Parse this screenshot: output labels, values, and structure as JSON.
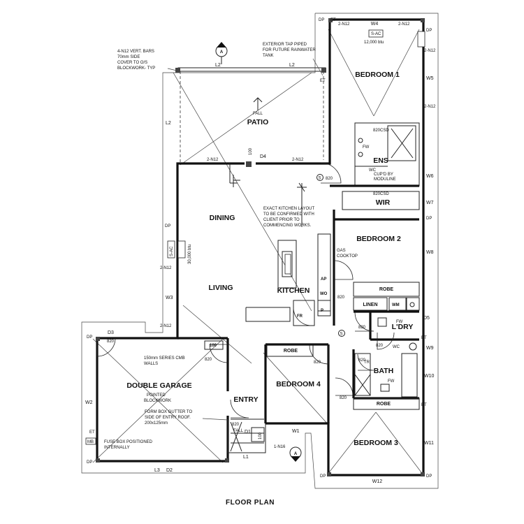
{
  "title": "FLOOR PLAN",
  "rooms": {
    "bedroom1": "BEDROOM 1",
    "patio": "PATIO",
    "ens": "ENS",
    "wir": "WIR",
    "dining": "DINING",
    "living": "LIVING",
    "kitchen": "KITCHEN",
    "bedroom2": "BEDROOM 2",
    "robe_b2": "ROBE",
    "linen": "LINEN",
    "ldry": "L'DRY",
    "double_garage": "DOUBLE GARAGE",
    "robe_b4": "ROBE",
    "bedroom4": "BEDROOM 4",
    "bath": "BATH",
    "robe_bath": "ROBE",
    "entry": "ENTRY",
    "bedroom3": "BEDROOM 3"
  },
  "notes": {
    "vert_bars": [
      "4-N12 VERT. BARS",
      "70mm SIDE",
      "COVER TO O/S",
      "BLOCKWORK- TYP"
    ],
    "tap": [
      "EXTERIOR TAP PIPED",
      "FOR FUTURE RAINWATER",
      "TANK"
    ],
    "kitchen_layout": [
      "EXACT KITCHEN LAYOUT",
      "TO BE CONFIRMED WITH",
      "CLIENT PRIOR TO",
      "COMMENCING WORKS."
    ],
    "cupd": [
      "CUP'D BY",
      "MODULINE"
    ],
    "gas_cooktop": [
      "GAS",
      "COOKTOP"
    ],
    "series_walls": [
      "150mm SERIES CMB",
      "WALLS"
    ],
    "pointed": [
      "POINTED",
      "BLOCKWORK"
    ],
    "box_gutter": [
      "FORM BOX GUTTER TO",
      "SIDE OF ENTRY ROOF.",
      "200x125mm"
    ],
    "fuse_box": [
      "FUSE BOX POSITIONED",
      "INTERNALLY"
    ],
    "fall": "FALL"
  },
  "tags": {
    "w4": "W4",
    "w5": "W5",
    "w6": "W6",
    "w7": "W7",
    "w8": "W8",
    "w9": "W9",
    "w10": "W10",
    "w11": "W11",
    "w12": "W12",
    "w1": "W1",
    "w2": "W2",
    "w3": "W3",
    "d1": "D1",
    "d2": "D2",
    "d3": "D3",
    "d4": "D4",
    "d5": "D5",
    "l1": "L1",
    "l2a": "L2",
    "l2b": "L2",
    "l2c": "L2",
    "l3": "L3",
    "n12_1": "2-N12",
    "n12_2": "2-N12",
    "n12_3": "2-N12",
    "n12_4": "2-N12",
    "n12_5": "2-N12",
    "n12_6": "2-N12",
    "n12_7": "2-N12",
    "n12_8": "2-N12",
    "n16": "1-N16",
    "dp1": "DP",
    "dp2": "DP",
    "dp3": "DP",
    "dp4": "DP",
    "dp5": "DP",
    "dp6": "DP",
    "dp7": "DP",
    "dp8": "DP",
    "et1": "ET",
    "et2": "ET",
    "et3": "ET",
    "et4": "ET",
    "et5": "ET",
    "mb": "MB",
    "sac1": "S-AC",
    "sac1_btu": "12,000 btu",
    "sac2": "S-AC",
    "sac2_btu": "30,000 btu",
    "csd1": "820CSD",
    "csd2": "820CSD",
    "d820_1": "820",
    "d820_2": "820",
    "d820_3": "820",
    "d820_4": "820",
    "d820_5": "820",
    "d820_6": "820",
    "d820_7": "820",
    "d820_8": "820",
    "d820_9": "820",
    "d820_10": "820",
    "d100_1": "100",
    "d100_2": "100",
    "d100_3": "100",
    "fw1": "FW",
    "fw2": "FW",
    "fw3": "FW",
    "wc1": "WC",
    "wc2": "WC",
    "wm": "WM",
    "ap": "AP",
    "wo": "WO",
    "p": "P",
    "fr": "FR",
    "tr": "TR",
    "s1": "S",
    "s2": "S",
    "a1": "A",
    "a2": "A"
  }
}
